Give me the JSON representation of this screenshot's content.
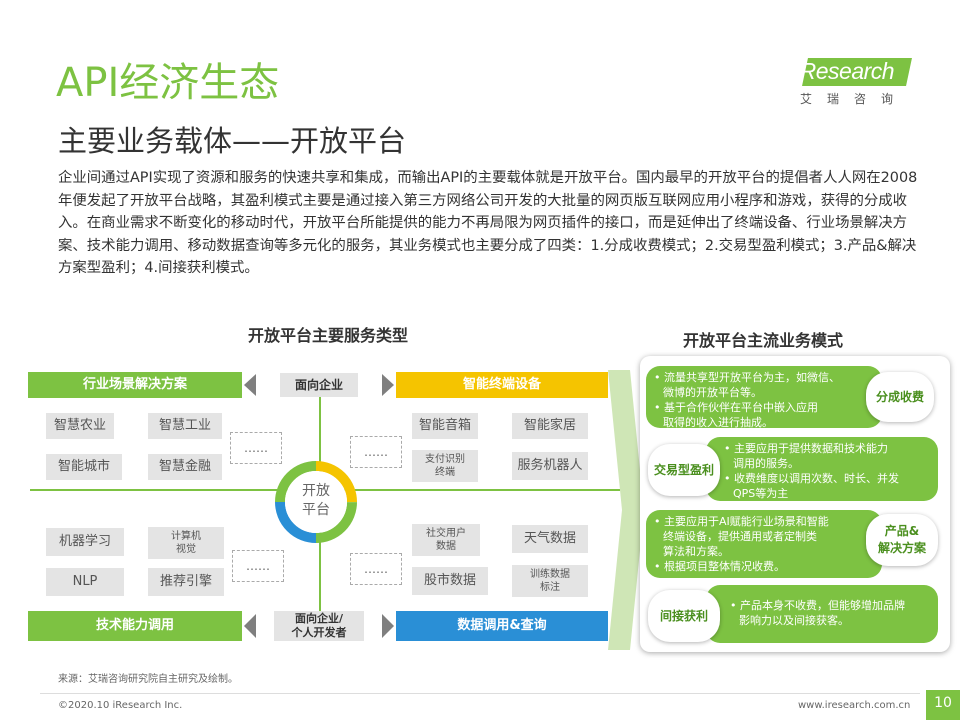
{
  "header": {
    "title": "API经济生态",
    "subtitle": "主要业务载体——开放平台",
    "logo_text_i": "i",
    "logo_text_rest": "Research",
    "logo_cn": "艾瑞咨询"
  },
  "intro": "企业间通过API实现了资源和服务的快速共享和集成，而输出API的主要载体就是开放平台。国内最早的开放平台的提倡者人人网在2008年便发起了开放平台战略，其盈利模式主要是通过接入第三方网络公司开发的大批量的网页版互联网应用小程序和游戏，获得的分成收入。在商业需求不断变化的移动时代，开放平台所能提供的能力不再局限为网页插件的接口，而是延伸出了终端设备、行业场景解决方案、技术能力调用、移动数据查询等多元化的服务，其业务模式也主要分成了四类：1.分成收费模式；2.交易型盈利模式；3.产品&解决方案型盈利；4.间接获利模式。",
  "left_title": "开放平台主要服务类型",
  "right_title": "开放平台主流业务模式",
  "diagram": {
    "center": [
      "开放",
      "平台"
    ],
    "top_left_bar": "行业场景解决方案",
    "top_right_bar": "智能终端设备",
    "bottom_left_bar": "技术能力调用",
    "bottom_right_bar": "数据调用&查询",
    "top_arrow": "面向企业",
    "bottom_arrow": [
      "面向企业/",
      "个人开发者"
    ],
    "tl_items": [
      "智慧农业",
      "智慧工业",
      "智能城市",
      "智慧金融"
    ],
    "tr_items": [
      "智能音箱",
      "智能家居",
      "支付识别",
      "终端",
      "服务机器人"
    ],
    "bl_items": [
      "机器学习",
      "计算机",
      "视觉",
      "NLP",
      "推荐引擎"
    ],
    "br_items": [
      "社交用户",
      "数据",
      "天气数据",
      "股市数据",
      "训练数据",
      "标注"
    ],
    "dots": "……"
  },
  "models": [
    {
      "badge": "分成收费",
      "lines": [
        "流量共享型开放平台为主，如微信、",
        "微博的开放平台等。",
        "基于合作伙伴在平台中嵌入应用",
        "取得的收入进行抽成。"
      ]
    },
    {
      "badge": "交易型盈利",
      "lines": [
        "主要应用于提供数据和技术能力",
        "调用的服务。",
        "收费维度以调用次数、时长、并发",
        "QPS等为主"
      ]
    },
    {
      "badge": [
        "产品&",
        "解决方案"
      ],
      "lines": [
        "主要应用于AI赋能行业场景和智能",
        "终端设备，提供通用或者定制类",
        "算法和方案。",
        "根据项目整体情况收费。"
      ]
    },
    {
      "badge": "间接获利",
      "lines": [
        "产品本身不收费，但能够增加品牌",
        "影响力以及间接获客。"
      ]
    }
  ],
  "footer": {
    "source": "来源：艾瑞咨询研究院自主研究及绘制。",
    "copyright": "©2020.10 iResearch Inc.",
    "url": "www.iresearch.com.cn",
    "page": "10"
  }
}
